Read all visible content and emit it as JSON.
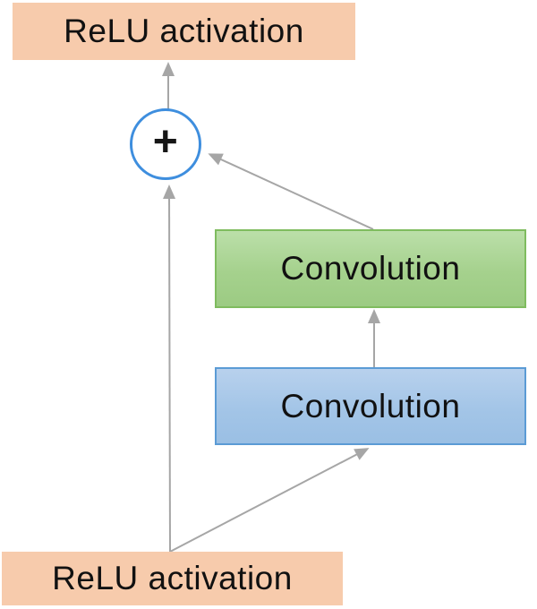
{
  "diagram": {
    "type": "residual-block",
    "nodes": {
      "top_relu": {
        "label": "ReLU activation",
        "fill": "#F7CBAC"
      },
      "sum": {
        "label": "+",
        "stroke": "#3E8EDE",
        "fill": "#FFFFFF"
      },
      "conv_green": {
        "label": "Convolution",
        "fill": "#A9D18E",
        "border": "#7FBC5F"
      },
      "conv_blue": {
        "label": "Convolution",
        "fill": "#9DC3E6",
        "border": "#5B9BD5"
      },
      "bottom_relu": {
        "label": "ReLU activation",
        "fill": "#F7CBAC"
      }
    },
    "connectors": {
      "color": "#A6A6A6",
      "edges": [
        "bottom_relu -> sum (skip connection)",
        "bottom_relu -> conv_blue",
        "conv_blue -> conv_green",
        "conv_green -> sum",
        "sum -> top_relu"
      ]
    },
    "text_color": "#111111"
  }
}
